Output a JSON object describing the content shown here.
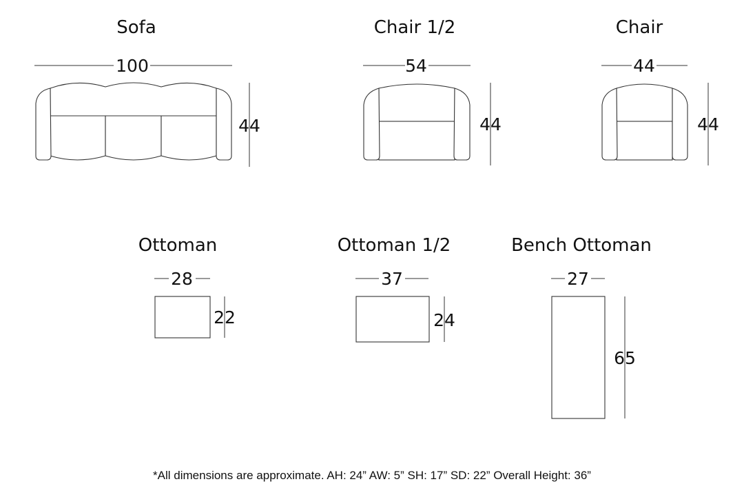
{
  "items": {
    "sofa": {
      "title": "Sofa",
      "width": "100",
      "depth": "44"
    },
    "chair_half": {
      "title": "Chair 1/2",
      "width": "54",
      "depth": "44"
    },
    "chair": {
      "title": "Chair",
      "width": "44",
      "depth": "44"
    },
    "ottoman": {
      "title": "Ottoman",
      "width": "28",
      "depth": "22"
    },
    "ottoman_half": {
      "title": "Ottoman 1/2",
      "width": "37",
      "depth": "24"
    },
    "bench_ottoman": {
      "title": "Bench Ottoman",
      "width": "27",
      "depth": "65"
    }
  },
  "footnote": "*All dimensions are approximate. AH: 24” AW: 5” SH: 17” SD: 22”  Overall Height: 36”"
}
